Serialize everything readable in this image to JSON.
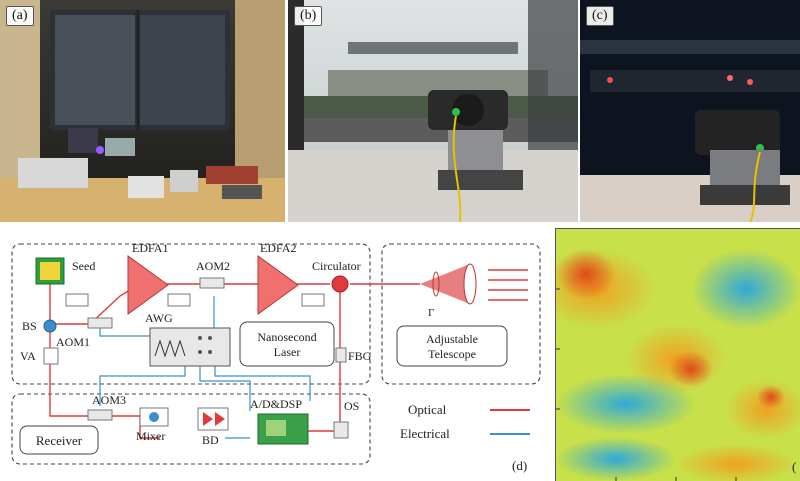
{
  "figure": {
    "panel_labels": {
      "a": "(a)",
      "b": "(b)",
      "c": "(c)",
      "d": "(d)",
      "e": "("
    }
  },
  "diagram": {
    "components": {
      "seed": "Seed",
      "edfa1": "EDFA1",
      "aom2": "AOM2",
      "edfa2": "EDFA2",
      "circulator": "Circulator",
      "bs": "BS",
      "aom1": "AOM1",
      "awg": "AWG",
      "va": "VA",
      "nanosecond_laser": "Nanosecond Laser",
      "telescope": "Adjustable Telescope",
      "fbg": "FBG",
      "aom3": "AOM3",
      "adc_dsp": "A/D&DSP",
      "os": "OS",
      "receiver": "Receiver",
      "mixer": "Mixer",
      "bd": "BD",
      "gamma": "Γ"
    },
    "legend": {
      "optical": "Optical",
      "electrical": "Electrical",
      "optical_color": "#e03a3a",
      "electrical_color": "#3a8fd0"
    }
  },
  "colors": {
    "optical": "#e03a3a",
    "electrical": "#3a8fd0",
    "component_fill": "#e8e8e8",
    "amplifier": "#f07070"
  }
}
